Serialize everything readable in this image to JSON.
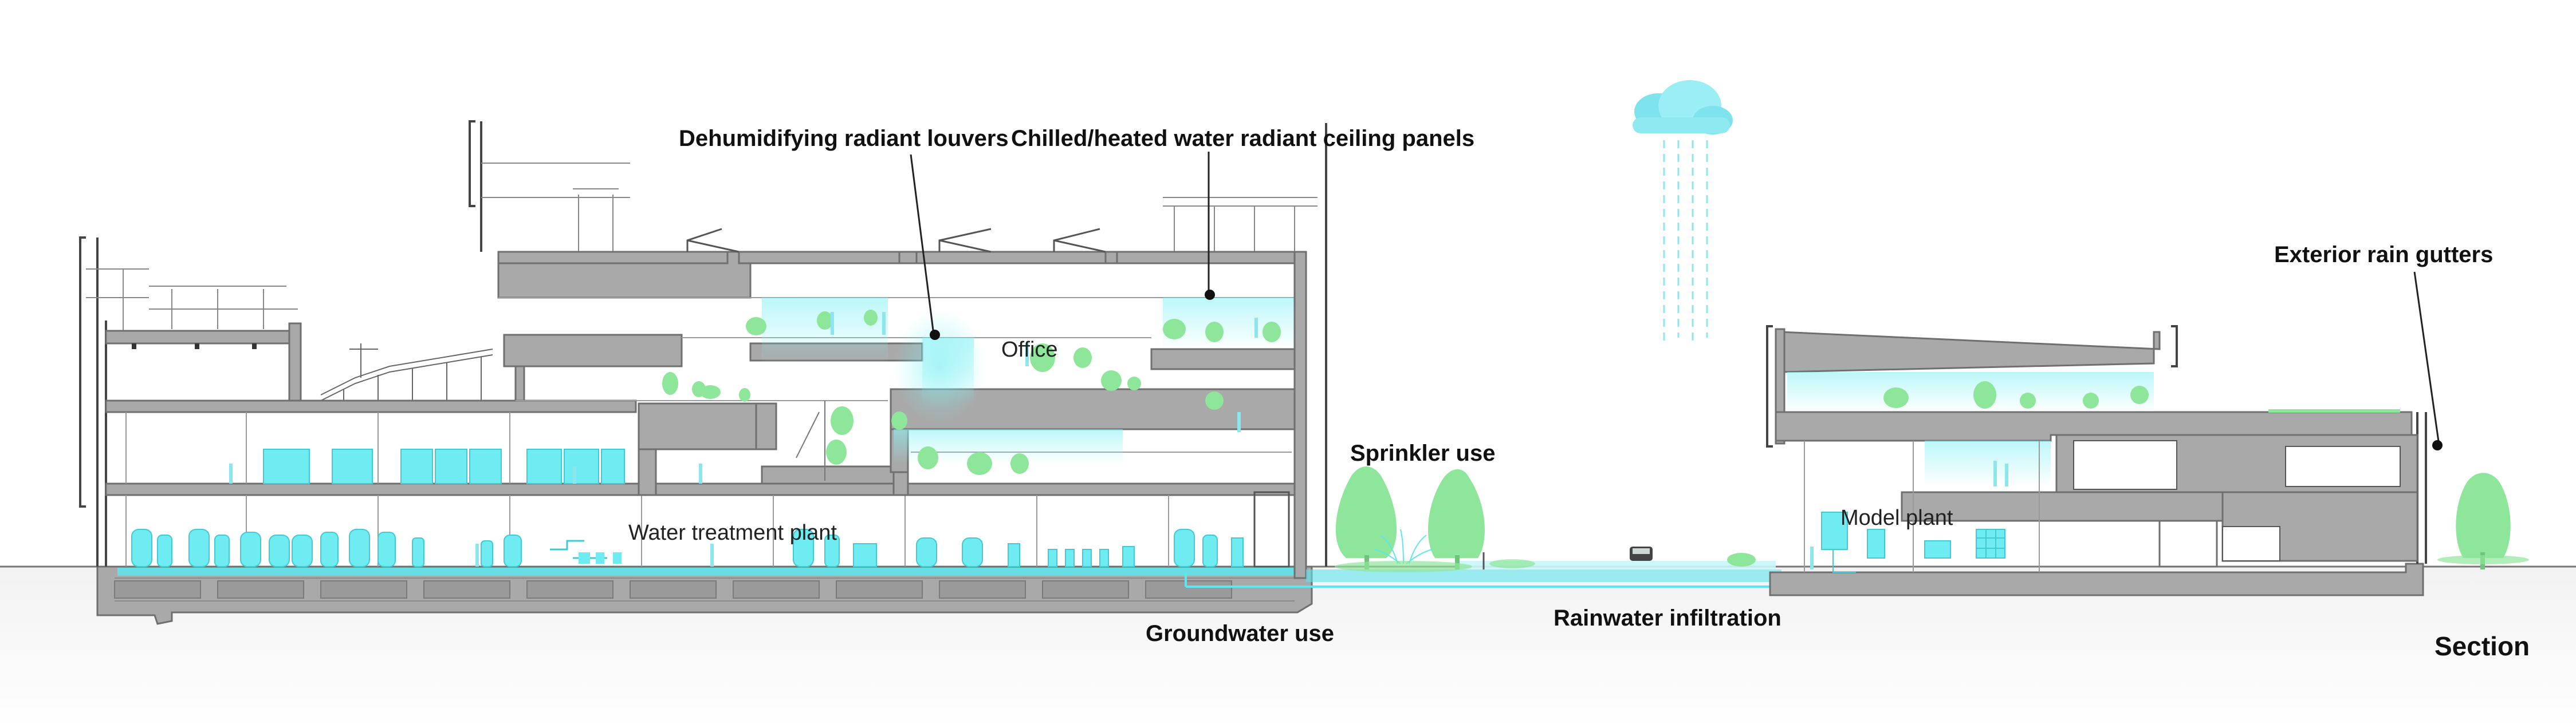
{
  "labels": {
    "dehumidifying_louvers": "Dehumidifying radiant louvers",
    "radiant_ceiling_panels": "Chilled/heated water radiant ceiling panels",
    "office": "Office",
    "water_treatment_plant": "Water treatment plant",
    "groundwater_use": "Groundwater use",
    "sprinkler_use": "Sprinkler use",
    "rainwater_infiltration": "Rainwater infiltration",
    "model_plant": "Model plant",
    "exterior_rain_gutters": "Exterior rain gutters",
    "section_title": "Section"
  },
  "colors": {
    "structure_fill": "#a9a9a9",
    "structure_stroke": "#6f6f6f",
    "line": "#555555",
    "water": "#5ee6ee",
    "water_light": "#c8f6f8",
    "vegetation": "#8ee69a",
    "ground": "#eeeeee",
    "text": "#111111"
  },
  "icons": [
    "cloud-icon",
    "rain-icon",
    "tree-icon",
    "car-icon",
    "tank-icon",
    "person-icon"
  ]
}
